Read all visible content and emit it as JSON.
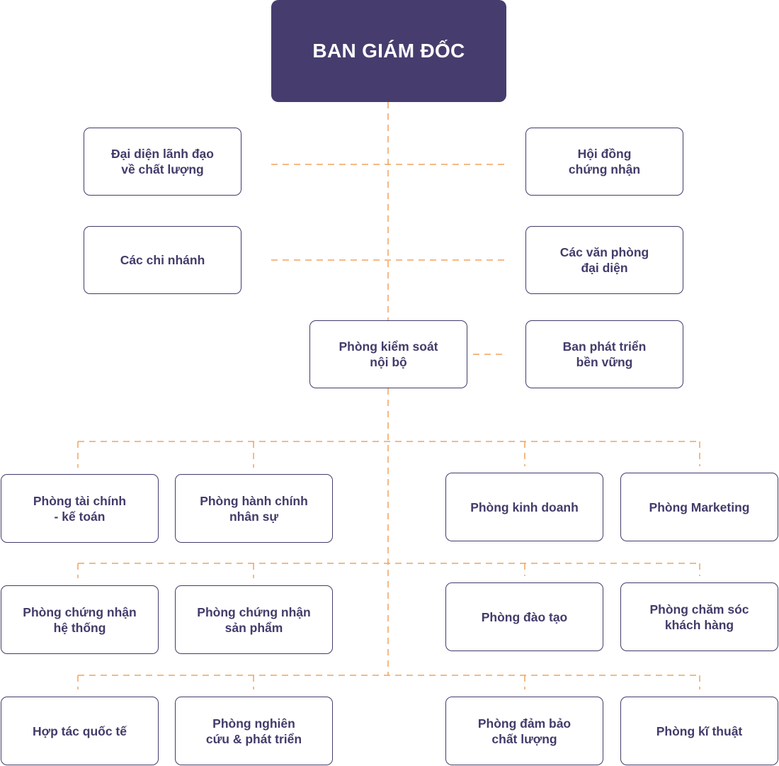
{
  "org_chart": {
    "top": "BAN GIÁM ĐỐC",
    "advisory_left_1": "Đại diện lãnh đạo\nvề chất lượng",
    "advisory_right_1": "Hội đồng\nchứng nhận",
    "advisory_left_2": "Các chi nhánh",
    "advisory_right_2": "Các văn phòng\nđại diện",
    "internal_control": "Phòng kiểm soát\nnội bộ",
    "sustainability": "Ban phát triển\nbền vững",
    "departments": {
      "finance": "Phòng tài chính\n- kế toán",
      "hr": "Phòng hành chính\nnhân sự",
      "sales": "Phòng kinh doanh",
      "marketing": "Phòng Marketing",
      "system_cert": "Phòng chứng nhận\nhệ thống",
      "product_cert": "Phòng chứng nhận\nsản phẩm",
      "training": "Phòng đào tạo",
      "customer_care": "Phòng chăm sóc\nkhách hàng",
      "international": "Hợp tác quốc tế",
      "rnd": "Phòng nghiên\ncứu & phát triển",
      "qa": "Phòng đảm bảo\nchất lượng",
      "technical": "Phòng kĩ thuật"
    }
  },
  "colors": {
    "top_fill": "#463d6e",
    "box_border": "#433b6a",
    "text": "#433b6a",
    "connector": "#f0a35e"
  }
}
